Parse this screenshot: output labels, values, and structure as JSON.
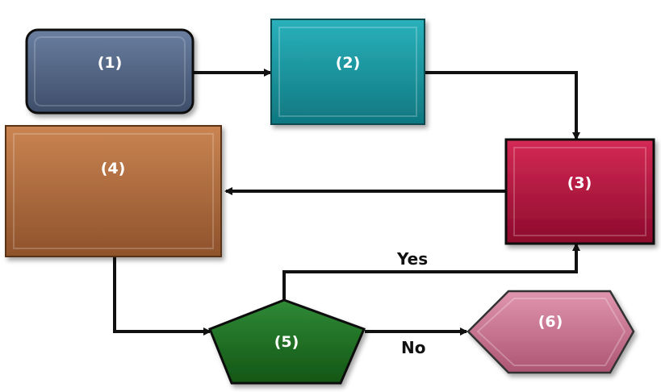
{
  "nodes": {
    "n1": {
      "number": "(1)",
      "label": "",
      "color": "#4d6080"
    },
    "n2": {
      "number": "(2)",
      "label": "",
      "color": "#19929c"
    },
    "n3": {
      "number": "(3)",
      "label": "",
      "color": "#b5113c"
    },
    "n4": {
      "number": "(4)",
      "label_line1": "",
      "label_line2": "",
      "color": "#b06a3d"
    },
    "n5": {
      "number": "(5)",
      "label": "",
      "color": "#1c6f22"
    },
    "n6": {
      "number": "(6)",
      "label": "",
      "color": "#c9708f"
    }
  },
  "edges": {
    "yes_label": "Yes",
    "no_label": "No",
    "color": "#111111"
  }
}
